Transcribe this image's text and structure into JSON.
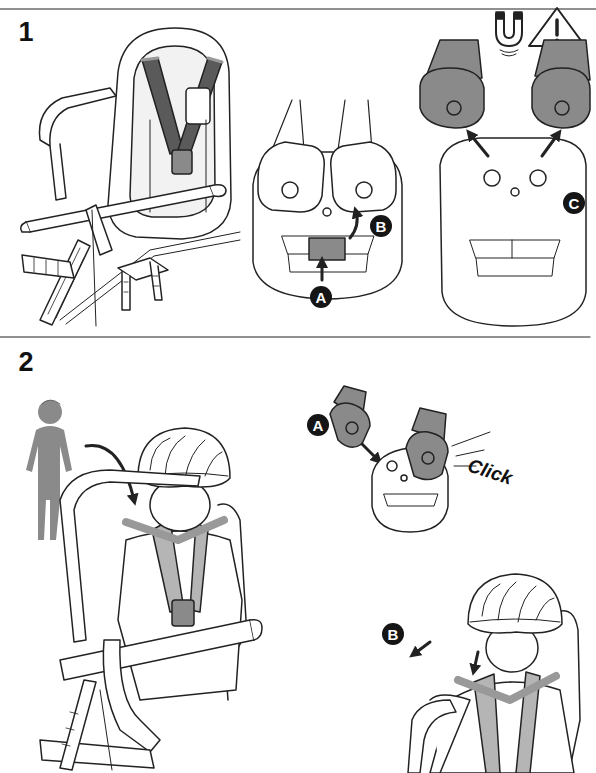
{
  "diagram": {
    "labels": [
      "1",
      "B",
      "A",
      "C",
      "2",
      "A",
      "Click",
      "B"
    ]
  }
}
